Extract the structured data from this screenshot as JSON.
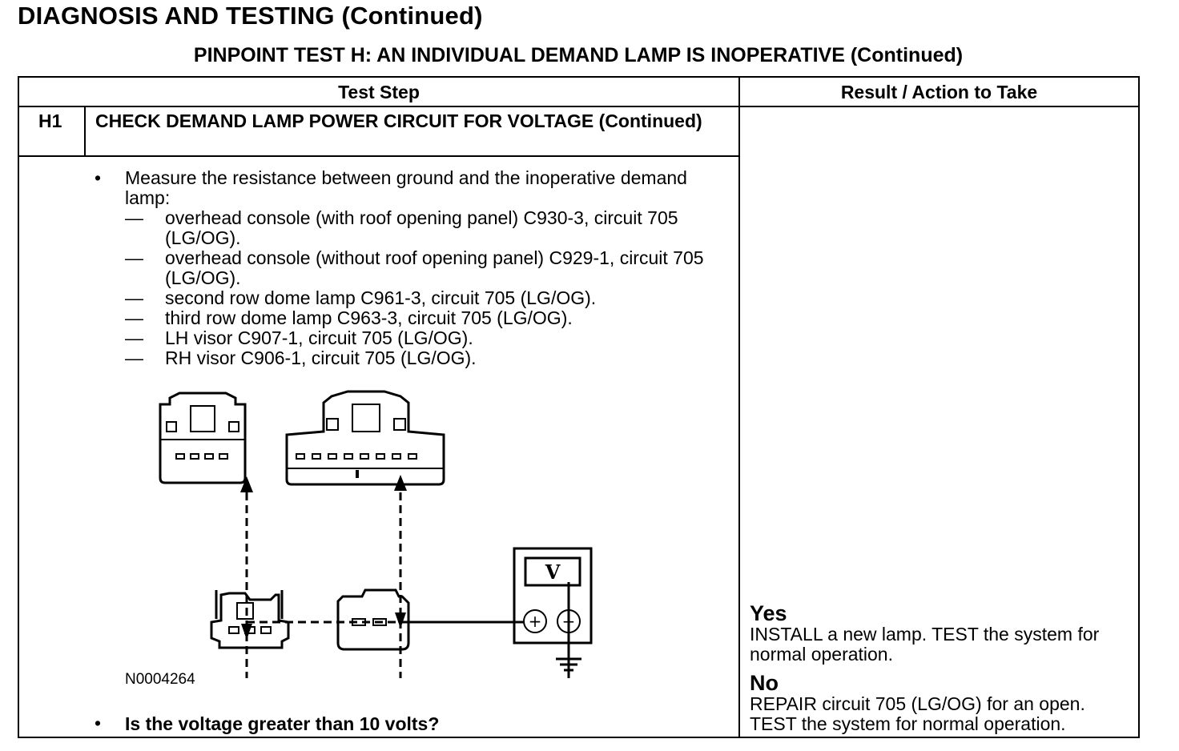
{
  "header": {
    "title": "DIAGNOSIS AND TESTING (Continued)",
    "subtitle": "PINPOINT TEST H: AN INDIVIDUAL DEMAND LAMP IS INOPERATIVE (Continued)"
  },
  "table": {
    "col_step": "Test Step",
    "col_result": "Result / Action to Take",
    "step_id": "H1",
    "step_title": "CHECK DEMAND LAMP POWER CIRCUIT FOR VOLTAGE (Continued)",
    "instruction": "Measure the resistance between ground and the inoperative demand lamp:",
    "sub_items": [
      "overhead console (with roof opening panel) C930-3, circuit 705 (LG/OG).",
      "overhead console (without roof opening panel) C929-1, circuit 705 (LG/OG).",
      "second row dome lamp C961-3, circuit 705 (LG/OG).",
      "third row dome lamp C963-3, circuit 705 (LG/OG).",
      "LH visor C907-1, circuit 705 (LG/OG).",
      "RH visor C906-1, circuit 705 (LG/OG)."
    ],
    "figure_id": "N0004264",
    "meter_symbol": "V",
    "meter_plus": "+",
    "meter_minus": "−",
    "question": "Is the voltage greater than 10 volts?",
    "bullet": "•",
    "dash": "—"
  },
  "results": {
    "yes_label": "Yes",
    "yes_text": "INSTALL a new lamp. TEST the system for normal operation.",
    "no_label": "No",
    "no_text": "REPAIR circuit 705 (LG/OG) for an open. TEST the system for normal operation."
  }
}
